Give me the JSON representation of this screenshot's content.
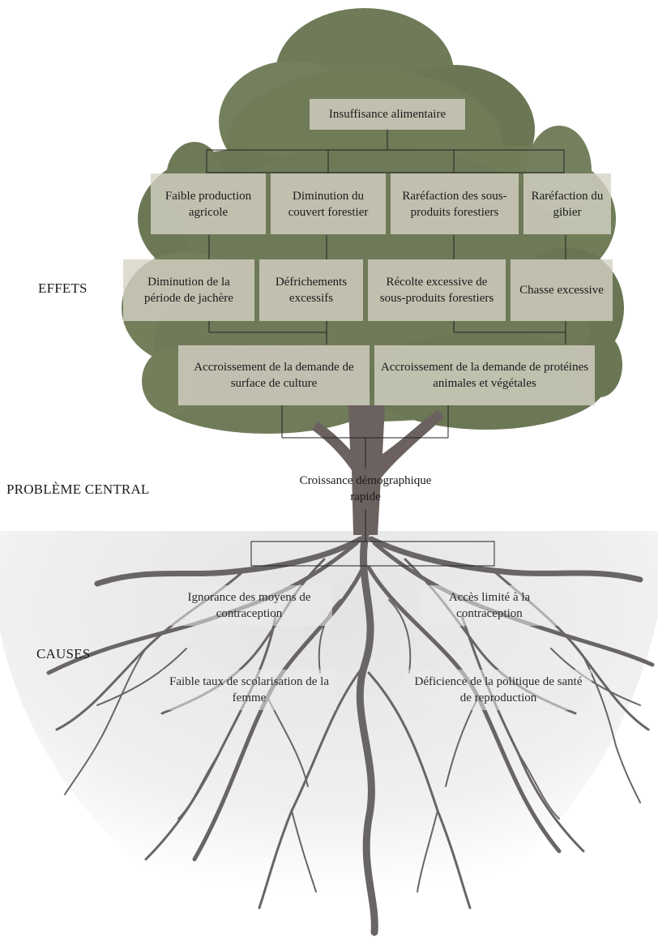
{
  "labels": {
    "effects": "EFFETS",
    "central_problem": "PROBLÈME CENTRAL",
    "causes": "CAUSES"
  },
  "effects": {
    "top": "Insuffisance alimentaire",
    "level1": [
      "Faible production agricole",
      "Diminution du couvert forestier",
      "Raréfaction des sous-produits forestiers",
      "Raréfaction du gibier"
    ],
    "level2": [
      "Diminution de la période de jachère",
      "Défrichements excessifs",
      "Récolte excessive de sous-produits forestiers",
      "Chasse excessive"
    ],
    "level3": [
      "Accroissement de la demande de surface de culture",
      "Accroissement de la demande de protéines animales et végétales"
    ]
  },
  "central_problem": "Croissance démographique rapide",
  "causes": {
    "row1": [
      "Ignorance des moyens de contraception",
      "Accès limité à la contraception"
    ],
    "row2": [
      "Faible taux de scolarisation de la femme",
      "Déficience de la politique de santé de reproduction"
    ]
  },
  "colors": {
    "foliage": "#6f7a58",
    "trunk": "#6b6260",
    "roots": "#6a6565",
    "box_fill": "#d6d2c6",
    "connector": "#222222"
  }
}
